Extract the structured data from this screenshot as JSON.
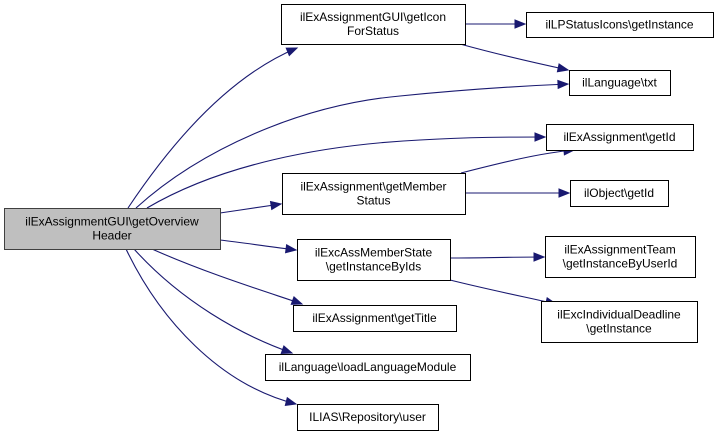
{
  "diagram": {
    "type": "call-graph",
    "edge_color": "#191970",
    "root_fill": "#bfbfbf",
    "nodes": [
      {
        "id": "root",
        "lines": [
          "ilExAssignmentGUI\\getOverview",
          "Header"
        ],
        "root": true
      },
      {
        "id": "getIconForStatus",
        "lines": [
          "ilExAssignmentGUI\\getIcon",
          "ForStatus"
        ]
      },
      {
        "id": "lpStatusIcons",
        "lines": [
          "ilLPStatusIcons\\getInstance"
        ]
      },
      {
        "id": "langTxt",
        "lines": [
          "ilLanguage\\txt"
        ]
      },
      {
        "id": "exAssGetId",
        "lines": [
          "ilExAssignment\\getId"
        ]
      },
      {
        "id": "getMemberStatus",
        "lines": [
          "ilExAssignment\\getMember",
          "Status"
        ]
      },
      {
        "id": "objGetId",
        "lines": [
          "ilObject\\getId"
        ]
      },
      {
        "id": "memberState",
        "lines": [
          "ilExcAssMemberState",
          "\\getInstanceByIds"
        ]
      },
      {
        "id": "teamByUser",
        "lines": [
          "ilExAssignmentTeam",
          "\\getInstanceByUserId"
        ]
      },
      {
        "id": "indivDeadline",
        "lines": [
          "ilExcIndividualDeadline",
          "\\getInstance"
        ]
      },
      {
        "id": "getTitle",
        "lines": [
          "ilExAssignment\\getTitle"
        ]
      },
      {
        "id": "loadLangModule",
        "lines": [
          "ilLanguage\\loadLanguageModule"
        ]
      },
      {
        "id": "repoUser",
        "lines": [
          "ILIAS\\Repository\\user"
        ]
      }
    ],
    "edges": [
      {
        "from": "root",
        "to": "getIconForStatus"
      },
      {
        "from": "root",
        "to": "langTxt"
      },
      {
        "from": "root",
        "to": "exAssGetId"
      },
      {
        "from": "root",
        "to": "getMemberStatus"
      },
      {
        "from": "root",
        "to": "memberState"
      },
      {
        "from": "root",
        "to": "getTitle"
      },
      {
        "from": "root",
        "to": "loadLangModule"
      },
      {
        "from": "root",
        "to": "repoUser"
      },
      {
        "from": "getIconForStatus",
        "to": "lpStatusIcons"
      },
      {
        "from": "getIconForStatus",
        "to": "langTxt"
      },
      {
        "from": "getMemberStatus",
        "to": "exAssGetId"
      },
      {
        "from": "getMemberStatus",
        "to": "objGetId"
      },
      {
        "from": "memberState",
        "to": "teamByUser"
      },
      {
        "from": "memberState",
        "to": "indivDeadline"
      }
    ]
  }
}
